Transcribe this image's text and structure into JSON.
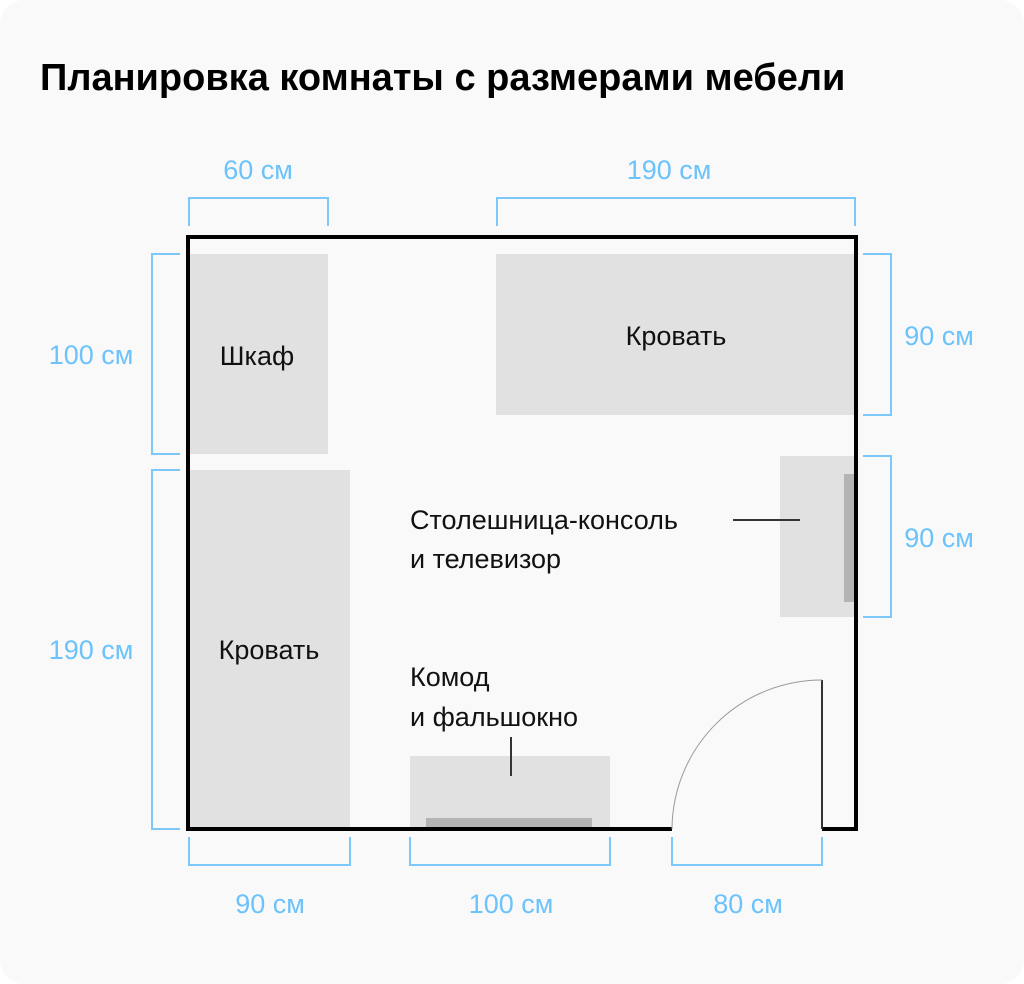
{
  "title": "Планировка комнаты с размерами мебели",
  "furniture": {
    "wardrobe": "Шкаф",
    "bed_top": "Кровать",
    "bed_left": "Кровать",
    "console_line1": "Столешница-консоль",
    "console_line2": "и телевизор",
    "dresser_line1": "Комод",
    "dresser_line2": "и фальшокно"
  },
  "dimensions": {
    "wardrobe_width": "60 см",
    "wardrobe_depth": "100 см",
    "bed_top_length": "190 см",
    "bed_top_width": "90 см",
    "console_length": "90 см",
    "bed_left_length": "190 см",
    "bed_left_width": "90 см",
    "dresser_width": "100 см",
    "door_width": "80 см"
  },
  "colors": {
    "dimension": "#7cc8fb",
    "furniture": "#e1e1e1",
    "wall": "#000000"
  }
}
